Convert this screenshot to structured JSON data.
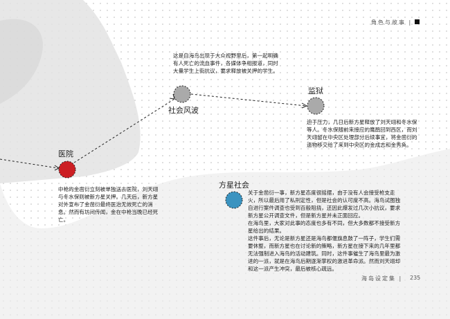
{
  "header": {
    "section": "角色与故事 |"
  },
  "footer": {
    "book": "海岛设定集 |",
    "page": "235"
  },
  "nodes": {
    "social": {
      "label": "社会风波",
      "text": "这是自海鸟出现于大众视野里后，第一起明确有人死亡的流血事件，各媒体争相报道，同时大量学生上街抗议，要求释放被关押的学生。",
      "color": "#aaaaaa"
    },
    "prison": {
      "label": "监狱",
      "text": "迫于压力，几日后新方星释放了刘天翊和冬水保等人。冬水保随前来接应的鹰鹃回到西区，而刘天翊留在中央区处理部分后续事宜，将金凿衍的遗物移交给了来到中央区的金成志和金秀奂。",
      "color": "#aaaaaa"
    },
    "hospital": {
      "label": "医院",
      "text": "中枪的金凿衍立刻被单独送去医院，刘天翊与冬水保则被新方星关押。几天后，新方星对外宣布了金凿衍最终医治无效死亡的消息。然而有坊间传闻，金在中枪当晚已经死亡。",
      "color": "#cc1f24"
    },
    "fangxing": {
      "label": "方星社会",
      "paragraphs": [
        "关于金凿衍一事，新方星态度很摇摆，由于没有人会接受枪支走火，所以最后用了私刑定性，但是社会的认可度不高。海鸟试图独自进行案件调查也受到百般阻挠，还因此爆发过几次小抗议，要求新方星公开调查文件，但是新方星并未正面回应。",
        "在海鸟里，大家对此事的态度也多有不同，但大多数都不接受新方星给出的结果。",
        "这件事后，无论是新方星还是海鸟都偃旗息鼓了一阵子，学生们需要休整，而新方星也在讨论新的策略，新方星在接下来的几年里都无法强制进入海鸟的活动建筑。同时，这件事催生了海鸟里最为激进的一派，就是在海鸟后期逐渐掌权的激进革命派。然而刘天翊却和这一派产生冲突，最后被核心疏远。"
      ],
      "color": "#3a93c0"
    }
  }
}
